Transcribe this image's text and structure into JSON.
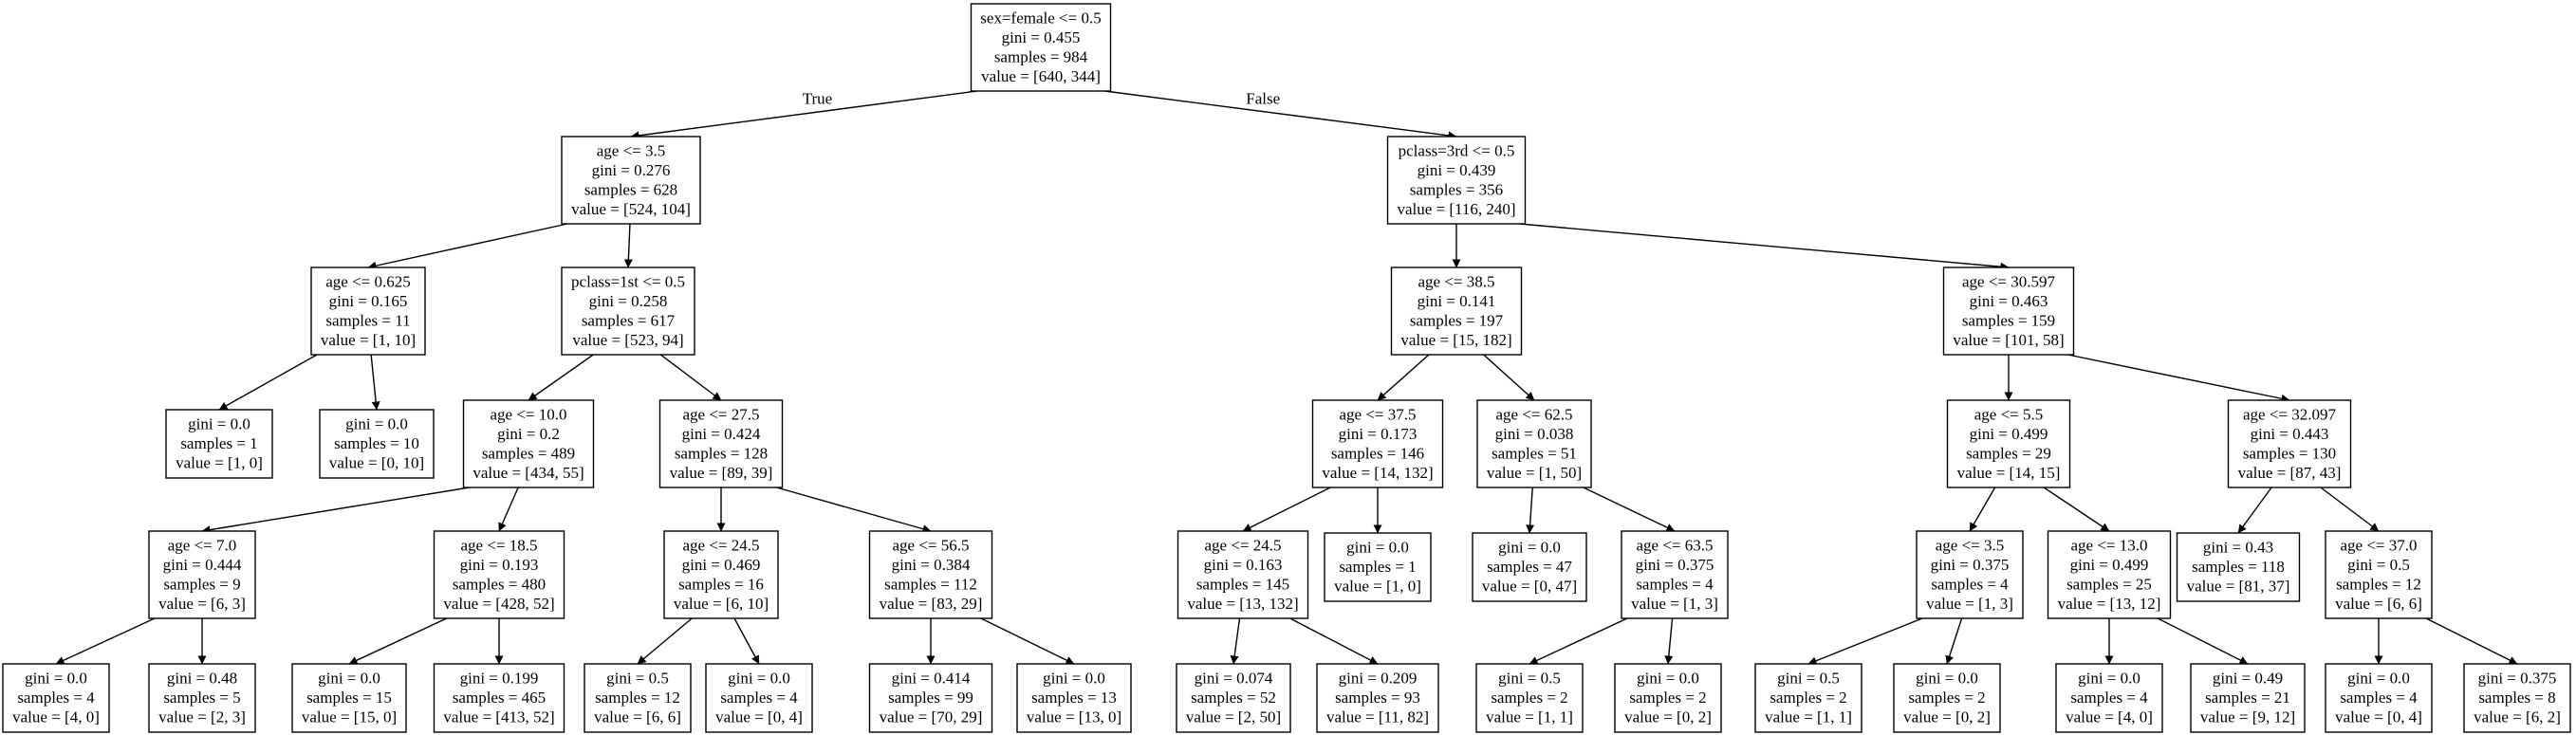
{
  "tree": {
    "nodes": [
      {
        "id": "n0",
        "lines": [
          "sex=female <= 0.5",
          "gini = 0.455",
          "samples = 984",
          "value = [640, 344]"
        ]
      },
      {
        "id": "n1",
        "lines": [
          "age <= 3.5",
          "gini = 0.276",
          "samples = 628",
          "value = [524, 104]"
        ]
      },
      {
        "id": "n2",
        "lines": [
          "pclass=3rd <= 0.5",
          "gini = 0.439",
          "samples = 356",
          "value = [116, 240]"
        ]
      },
      {
        "id": "n3",
        "lines": [
          "age <= 0.625",
          "gini = 0.165",
          "samples = 11",
          "value = [1, 10]"
        ]
      },
      {
        "id": "n4",
        "lines": [
          "pclass=1st <= 0.5",
          "gini = 0.258",
          "samples = 617",
          "value = [523, 94]"
        ]
      },
      {
        "id": "n5",
        "lines": [
          "age <= 38.5",
          "gini = 0.141",
          "samples = 197",
          "value = [15, 182]"
        ]
      },
      {
        "id": "n6",
        "lines": [
          "age <= 30.597",
          "gini = 0.463",
          "samples = 159",
          "value = [101, 58]"
        ]
      },
      {
        "id": "n7",
        "lines": [
          "gini = 0.0",
          "samples = 1",
          "value = [1, 0]"
        ]
      },
      {
        "id": "n8",
        "lines": [
          "gini = 0.0",
          "samples = 10",
          "value = [0, 10]"
        ]
      },
      {
        "id": "n9",
        "lines": [
          "age <= 10.0",
          "gini = 0.2",
          "samples = 489",
          "value = [434, 55]"
        ]
      },
      {
        "id": "n10",
        "lines": [
          "age <= 27.5",
          "gini = 0.424",
          "samples = 128",
          "value = [89, 39]"
        ]
      },
      {
        "id": "n11",
        "lines": [
          "age <= 37.5",
          "gini = 0.173",
          "samples = 146",
          "value = [14, 132]"
        ]
      },
      {
        "id": "n12",
        "lines": [
          "age <= 62.5",
          "gini = 0.038",
          "samples = 51",
          "value = [1, 50]"
        ]
      },
      {
        "id": "n13",
        "lines": [
          "age <= 5.5",
          "gini = 0.499",
          "samples = 29",
          "value = [14, 15]"
        ]
      },
      {
        "id": "n14",
        "lines": [
          "age <= 32.097",
          "gini = 0.443",
          "samples = 130",
          "value = [87, 43]"
        ]
      },
      {
        "id": "n15",
        "lines": [
          "age <= 7.0",
          "gini = 0.444",
          "samples = 9",
          "value = [6, 3]"
        ]
      },
      {
        "id": "n16",
        "lines": [
          "age <= 18.5",
          "gini = 0.193",
          "samples = 480",
          "value = [428, 52]"
        ]
      },
      {
        "id": "n17",
        "lines": [
          "age <= 24.5",
          "gini = 0.469",
          "samples = 16",
          "value = [6, 10]"
        ]
      },
      {
        "id": "n18",
        "lines": [
          "age <= 56.5",
          "gini = 0.384",
          "samples = 112",
          "value = [83, 29]"
        ]
      },
      {
        "id": "n19",
        "lines": [
          "age <= 24.5",
          "gini = 0.163",
          "samples = 145",
          "value = [13, 132]"
        ]
      },
      {
        "id": "n20",
        "lines": [
          "gini = 0.0",
          "samples = 1",
          "value = [1, 0]"
        ]
      },
      {
        "id": "n21",
        "lines": [
          "gini = 0.0",
          "samples = 47",
          "value = [0, 47]"
        ]
      },
      {
        "id": "n22",
        "lines": [
          "age <= 63.5",
          "gini = 0.375",
          "samples = 4",
          "value = [1, 3]"
        ]
      },
      {
        "id": "n23",
        "lines": [
          "age <= 3.5",
          "gini = 0.375",
          "samples = 4",
          "value = [1, 3]"
        ]
      },
      {
        "id": "n24",
        "lines": [
          "age <= 13.0",
          "gini = 0.499",
          "samples = 25",
          "value = [13, 12]"
        ]
      },
      {
        "id": "n25",
        "lines": [
          "gini = 0.43",
          "samples = 118",
          "value = [81, 37]"
        ]
      },
      {
        "id": "n26",
        "lines": [
          "age <= 37.0",
          "gini = 0.5",
          "samples = 12",
          "value = [6, 6]"
        ]
      },
      {
        "id": "n27",
        "lines": [
          "gini = 0.0",
          "samples = 4",
          "value = [4, 0]"
        ]
      },
      {
        "id": "n28",
        "lines": [
          "gini = 0.48",
          "samples = 5",
          "value = [2, 3]"
        ]
      },
      {
        "id": "n29",
        "lines": [
          "gini = 0.0",
          "samples = 15",
          "value = [15, 0]"
        ]
      },
      {
        "id": "n30",
        "lines": [
          "gini = 0.199",
          "samples = 465",
          "value = [413, 52]"
        ]
      },
      {
        "id": "n31",
        "lines": [
          "gini = 0.5",
          "samples = 12",
          "value = [6, 6]"
        ]
      },
      {
        "id": "n32",
        "lines": [
          "gini = 0.0",
          "samples = 4",
          "value = [0, 4]"
        ]
      },
      {
        "id": "n33",
        "lines": [
          "gini = 0.414",
          "samples = 99",
          "value = [70, 29]"
        ]
      },
      {
        "id": "n34",
        "lines": [
          "gini = 0.0",
          "samples = 13",
          "value = [13, 0]"
        ]
      },
      {
        "id": "n35",
        "lines": [
          "gini = 0.074",
          "samples = 52",
          "value = [2, 50]"
        ]
      },
      {
        "id": "n36",
        "lines": [
          "gini = 0.209",
          "samples = 93",
          "value = [11, 82]"
        ]
      },
      {
        "id": "n37",
        "lines": [
          "gini = 0.5",
          "samples = 2",
          "value = [1, 1]"
        ]
      },
      {
        "id": "n38",
        "lines": [
          "gini = 0.0",
          "samples = 2",
          "value = [0, 2]"
        ]
      },
      {
        "id": "n39",
        "lines": [
          "gini = 0.5",
          "samples = 2",
          "value = [1, 1]"
        ]
      },
      {
        "id": "n40",
        "lines": [
          "gini = 0.0",
          "samples = 2",
          "value = [0, 2]"
        ]
      },
      {
        "id": "n41",
        "lines": [
          "gini = 0.0",
          "samples = 4",
          "value = [4, 0]"
        ]
      },
      {
        "id": "n42",
        "lines": [
          "gini = 0.49",
          "samples = 21",
          "value = [9, 12]"
        ]
      },
      {
        "id": "n43",
        "lines": [
          "gini = 0.0",
          "samples = 4",
          "value = [0, 4]"
        ]
      },
      {
        "id": "n44",
        "lines": [
          "gini = 0.375",
          "samples = 8",
          "value = [6, 2]"
        ]
      }
    ],
    "edges": [
      {
        "from": "n0",
        "to": "n1",
        "label": "True"
      },
      {
        "from": "n0",
        "to": "n2",
        "label": "False"
      },
      {
        "from": "n1",
        "to": "n3"
      },
      {
        "from": "n1",
        "to": "n4"
      },
      {
        "from": "n2",
        "to": "n5"
      },
      {
        "from": "n2",
        "to": "n6"
      },
      {
        "from": "n3",
        "to": "n7"
      },
      {
        "from": "n3",
        "to": "n8"
      },
      {
        "from": "n4",
        "to": "n9"
      },
      {
        "from": "n4",
        "to": "n10"
      },
      {
        "from": "n5",
        "to": "n11"
      },
      {
        "from": "n5",
        "to": "n12"
      },
      {
        "from": "n6",
        "to": "n13"
      },
      {
        "from": "n6",
        "to": "n14"
      },
      {
        "from": "n9",
        "to": "n15"
      },
      {
        "from": "n9",
        "to": "n16"
      },
      {
        "from": "n10",
        "to": "n17"
      },
      {
        "from": "n10",
        "to": "n18"
      },
      {
        "from": "n11",
        "to": "n19"
      },
      {
        "from": "n11",
        "to": "n20"
      },
      {
        "from": "n12",
        "to": "n21"
      },
      {
        "from": "n12",
        "to": "n22"
      },
      {
        "from": "n13",
        "to": "n23"
      },
      {
        "from": "n13",
        "to": "n24"
      },
      {
        "from": "n14",
        "to": "n25"
      },
      {
        "from": "n14",
        "to": "n26"
      },
      {
        "from": "n15",
        "to": "n27"
      },
      {
        "from": "n15",
        "to": "n28"
      },
      {
        "from": "n16",
        "to": "n29"
      },
      {
        "from": "n16",
        "to": "n30"
      },
      {
        "from": "n17",
        "to": "n31"
      },
      {
        "from": "n17",
        "to": "n32"
      },
      {
        "from": "n18",
        "to": "n33"
      },
      {
        "from": "n18",
        "to": "n34"
      },
      {
        "from": "n19",
        "to": "n35"
      },
      {
        "from": "n19",
        "to": "n36"
      },
      {
        "from": "n22",
        "to": "n37"
      },
      {
        "from": "n22",
        "to": "n38"
      },
      {
        "from": "n23",
        "to": "n39"
      },
      {
        "from": "n23",
        "to": "n40"
      },
      {
        "from": "n24",
        "to": "n41"
      },
      {
        "from": "n24",
        "to": "n42"
      },
      {
        "from": "n26",
        "to": "n43"
      },
      {
        "from": "n26",
        "to": "n44"
      }
    ]
  }
}
